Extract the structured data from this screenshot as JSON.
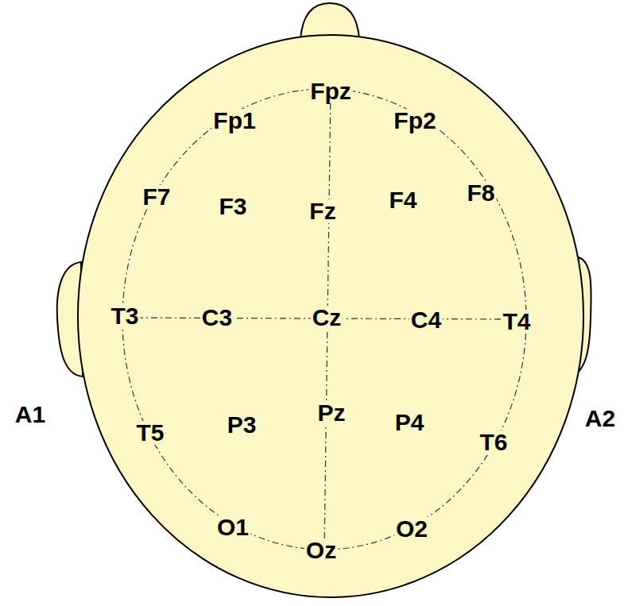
{
  "diagram": {
    "labels": [
      "Fpz",
      "Fp1",
      "Fp2",
      "F7",
      "F3",
      "Fz",
      "F4",
      "F8",
      "T3",
      "C3",
      "Cz",
      "C4",
      "T4",
      "A1",
      "T5",
      "P3",
      "Pz",
      "P4",
      "T6",
      "A2",
      "O1",
      "Oz",
      "O2"
    ]
  }
}
